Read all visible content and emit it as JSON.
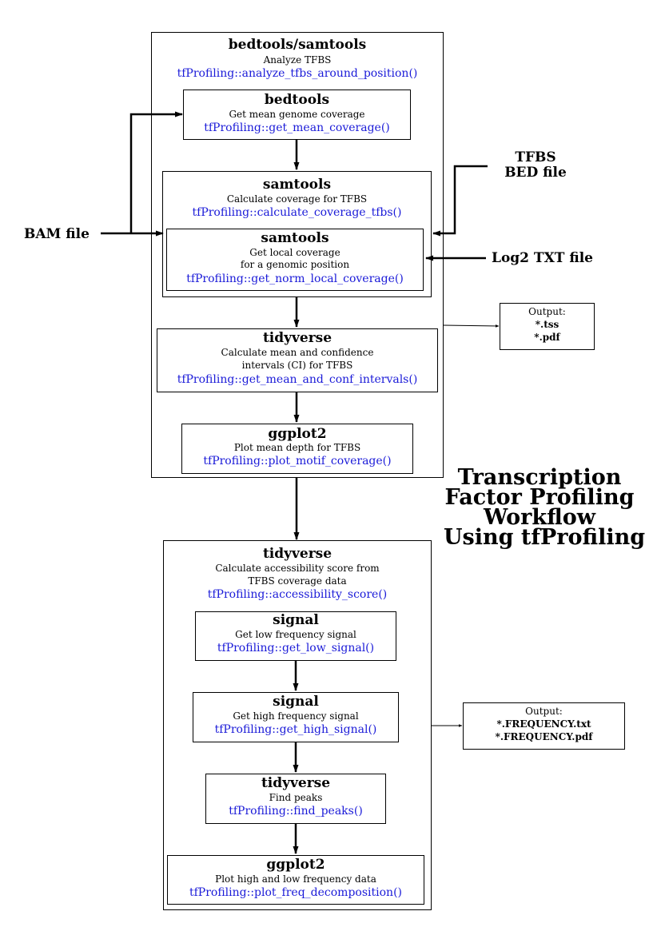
{
  "diagram": {
    "title_lines": [
      "Transcription",
      "Factor Profiling",
      "Workflow",
      "Using tfProfiling"
    ],
    "inputs": {
      "bam": "BAM file",
      "tfbs_line1": "TFBS",
      "tfbs_line2": "BED file",
      "log2": "Log2 TXT file"
    },
    "outputs": {
      "first": {
        "label": "Output:",
        "files": [
          "*.tss",
          "*.pdf"
        ]
      },
      "second": {
        "label": "Output:",
        "files": [
          "*.FREQUENCY.txt",
          "*.FREQUENCY.pdf"
        ]
      }
    },
    "stage1": {
      "tool": "bedtools/samtools",
      "desc": "Analyze TFBS",
      "func": "tfProfiling::analyze_tfbs_around_position()",
      "steps": {
        "mean_coverage": {
          "tool": "bedtools",
          "desc": "Get mean genome coverage",
          "func": "tfProfiling::get_mean_coverage()"
        },
        "coverage_tfbs": {
          "tool": "samtools",
          "desc": "Calculate coverage for TFBS",
          "func": "tfProfiling::calculate_coverage_tfbs()"
        },
        "norm_local": {
          "tool": "samtools",
          "desc_line1": "Get local coverage",
          "desc_line2": "for a genomic position",
          "func": "tfProfiling::get_norm_local_coverage()"
        },
        "conf_intervals": {
          "tool": "tidyverse",
          "desc_line1": "Calculate mean and confidence",
          "desc_line2": "intervals (CI) for TFBS",
          "func": "tfProfiling::get_mean_and_conf_intervals()"
        },
        "plot_motif": {
          "tool": "ggplot2",
          "desc": "Plot mean depth for TFBS",
          "func": "tfProfiling::plot_motif_coverage()"
        }
      }
    },
    "stage2": {
      "tool": "tidyverse",
      "desc_line1": "Calculate accessibility score from",
      "desc_line2": "TFBS coverage data",
      "func": "tfProfiling::accessibility_score()",
      "steps": {
        "low_signal": {
          "tool": "signal",
          "desc": "Get low frequency signal",
          "func": "tfProfiling::get_low_signal()"
        },
        "high_signal": {
          "tool": "signal",
          "desc": "Get high frequency signal",
          "func": "tfProfiling::get_high_signal()"
        },
        "find_peaks": {
          "tool": "tidyverse",
          "desc": "Find peaks",
          "func": "tfProfiling::find_peaks()"
        },
        "plot_freq": {
          "tool": "ggplot2",
          "desc": "Plot high and low frequency data",
          "func": "tfProfiling::plot_freq_decomposition()"
        }
      }
    }
  }
}
